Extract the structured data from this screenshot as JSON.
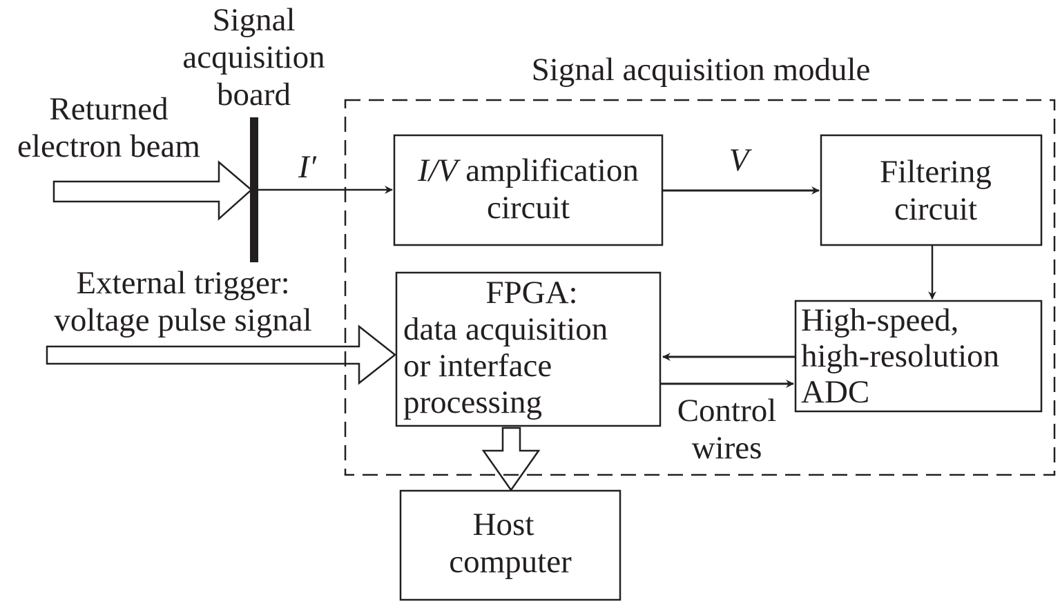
{
  "diagram": {
    "module_title": "Signal acquisition module",
    "inputs": {
      "electron_beam": [
        "Returned",
        "electron beam"
      ],
      "board": [
        "Signal",
        "acquisition",
        "board"
      ],
      "trigger": [
        "External trigger:",
        "voltage pulse signal"
      ]
    },
    "signals": {
      "current": "I′",
      "voltage": "V",
      "control": [
        "Control",
        "wires"
      ]
    },
    "blocks": {
      "amplifier": {
        "prefix": "I/V",
        "line1": " amplification",
        "line2": "circuit"
      },
      "filter": [
        "Filtering",
        "circuit"
      ],
      "fpga": [
        "FPGA:",
        "data acquisition",
        "or interface",
        "processing"
      ],
      "adc": [
        "High-speed,",
        "high-resolution",
        "ADC"
      ],
      "host": [
        "Host",
        "computer"
      ]
    },
    "colors": {
      "ink": "#231f20",
      "background": "#ffffff"
    }
  }
}
